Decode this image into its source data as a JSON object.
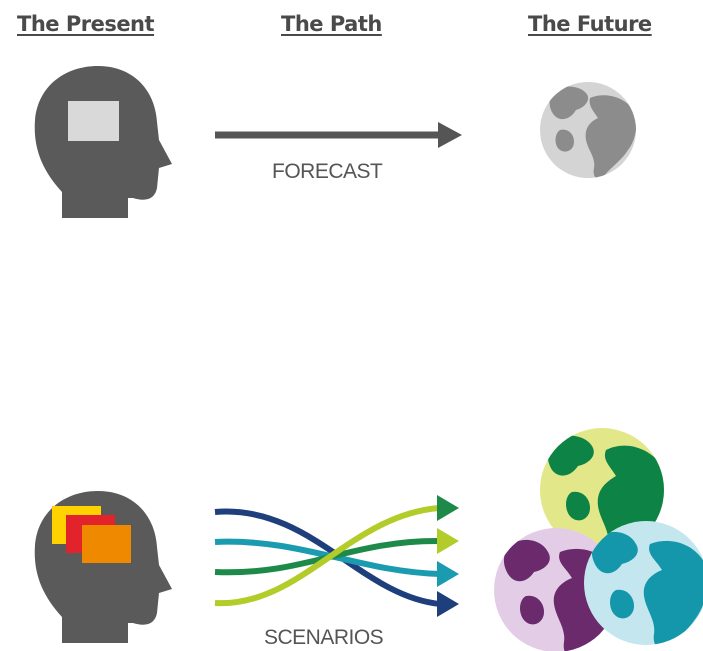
{
  "headers": {
    "present": "The Present",
    "path": "The Path",
    "future": "The Future"
  },
  "labels": {
    "forecast": "FORECAST",
    "scenarios": "SCENARIOS"
  },
  "colors": {
    "head": "#5a5a5a",
    "forecast_screen": "#d9d9d9",
    "forecast_arrow": "#555555",
    "globe_gray_ocean": "#d4d4d4",
    "globe_gray_land": "#8c8c8c",
    "scenario_yellow": "#ffd200",
    "scenario_red": "#e3232b",
    "scenario_orange": "#ef8a00",
    "arrow_navy": "#1f3e7c",
    "arrow_teal": "#1b9bb0",
    "arrow_green": "#1e8a4a",
    "arrow_lime": "#b3cc2a",
    "globe_green_ocean": "#e2e78a",
    "globe_green_land": "#0d8445",
    "globe_purple_ocean": "#e3cde6",
    "globe_purple_land": "#6a2a6c",
    "globe_teal_ocean": "#c4e7ef",
    "globe_teal_land": "#1597ab"
  }
}
